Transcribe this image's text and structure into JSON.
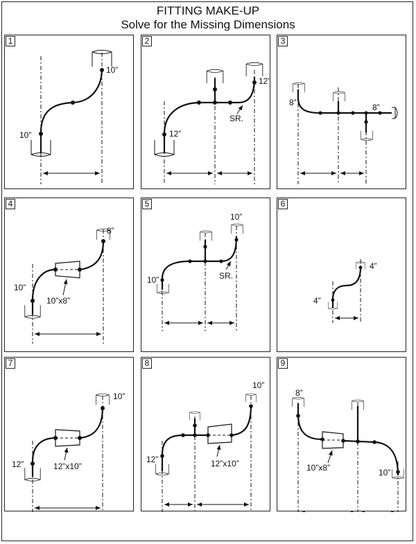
{
  "title": "FITTING MAKE-UP",
  "subtitle": "Solve for the Missing Dimensions",
  "panels": [
    {
      "number": "1",
      "labels": [
        "10”",
        "10”"
      ]
    },
    {
      "number": "2",
      "labels": [
        "12”",
        "12”",
        "SR."
      ]
    },
    {
      "number": "3",
      "labels": [
        "8”",
        "8”"
      ]
    },
    {
      "number": "4",
      "labels": [
        "8”",
        "10”",
        "10”x8”"
      ]
    },
    {
      "number": "5",
      "labels": [
        "10”",
        "10”",
        "SR."
      ]
    },
    {
      "number": "6",
      "labels": [
        "4”",
        "4”"
      ]
    },
    {
      "number": "7",
      "labels": [
        "10”",
        "12”",
        "12”x10”"
      ]
    },
    {
      "number": "8",
      "labels": [
        "10”",
        "12”",
        "12”x10”"
      ]
    },
    {
      "number": "9",
      "labels": [
        "8”",
        "10”x8”",
        "10”"
      ]
    }
  ]
}
